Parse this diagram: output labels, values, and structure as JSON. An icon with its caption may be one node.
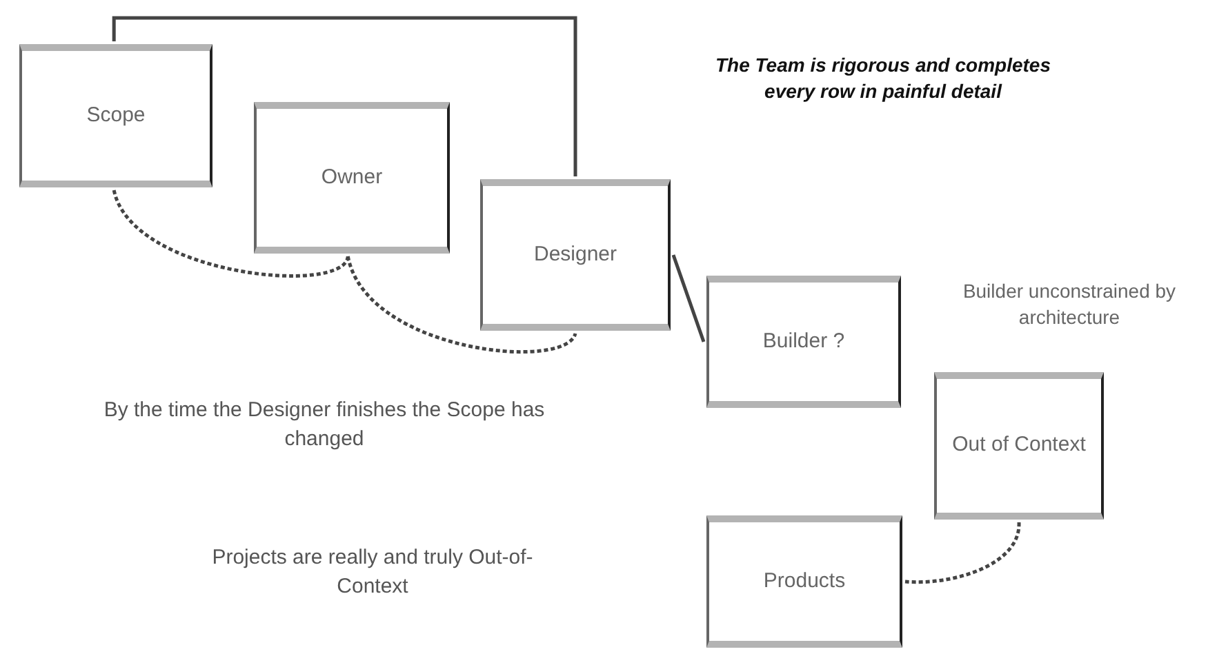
{
  "diagram": {
    "nodes": [
      {
        "text": [
          "Scope"
        ]
      },
      {
        "text": [
          "Owner"
        ]
      },
      {
        "text": [
          "Designer"
        ]
      },
      {
        "text": [
          "Builder ?"
        ]
      },
      {
        "text": [
          "Out of Context"
        ]
      },
      {
        "text": [
          "Products"
        ]
      }
    ],
    "edges": [
      {
        "from": 2,
        "to": 0,
        "arrow": "none"
      },
      {
        "from": 0,
        "to": 1,
        "arrow": "none",
        "style": "dashed"
      },
      {
        "from": 1,
        "to": 2,
        "arrow": "none",
        "style": "dashed"
      },
      {
        "from": 2,
        "to": 3,
        "arrow": "none"
      },
      {
        "from": 4,
        "to": 5,
        "arrow": "none",
        "style": "dashed"
      }
    ],
    "labels": [
      "The Team is rigorous and completes every row in painful detail",
      "Builder unconstrained by architecture",
      "By the time the Designer finishes the Scope has changed",
      "Projects are really and truly Out-of-Context"
    ]
  }
}
